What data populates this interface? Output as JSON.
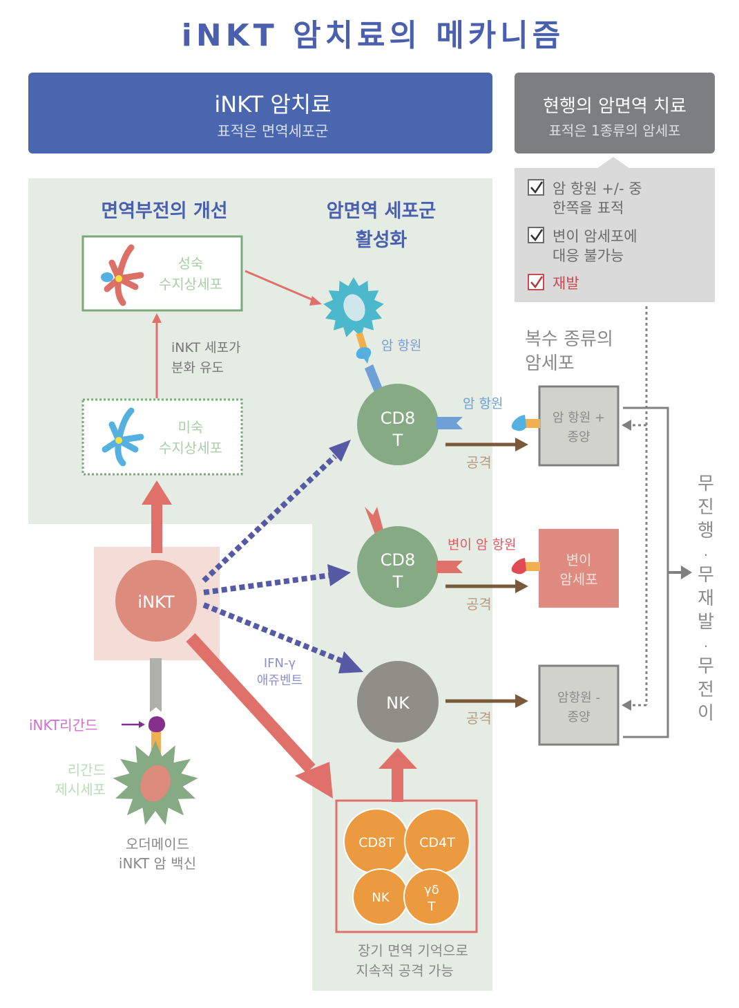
{
  "title": "iNKT 암치료의 메카니즘",
  "header_left": {
    "title": "iNKT 암치료",
    "subtitle": "표적은 면역세포군"
  },
  "header_right": {
    "title": "현행의 암면역 치료",
    "subtitle": "표적은 1종류의 암세포"
  },
  "checklist": [
    {
      "lines": [
        "암 항원 +/- 중",
        "한쪽을 표적"
      ],
      "color": "#6b6b6b"
    },
    {
      "lines": [
        "변이 암세포에",
        "대응 불가능"
      ],
      "color": "#6b6b6b"
    },
    {
      "lines": [
        "재발"
      ],
      "color": "#c94a52"
    }
  ],
  "section_left_title": "면역부전의 개선",
  "section_mid_title": [
    "암면역 세포군",
    "활성화"
  ],
  "mature_dc": [
    "성숙",
    "수지상세포"
  ],
  "immature_dc": [
    "미숙",
    "수지상세포"
  ],
  "differentiation_label": [
    "iNKT 세포가",
    "분화 유도"
  ],
  "inkt_cell": "iNKT",
  "cd8_cells": [
    [
      "CD8",
      "T"
    ],
    [
      "CD8",
      "T"
    ]
  ],
  "nk_cell": "NK",
  "antigen_label_dc": "암 항원",
  "antigen_label_cd8": "암 항원",
  "mutant_antigen_label": "변이 암 항원",
  "attack_label": "공격",
  "ifn_label": [
    "IFN-γ",
    "애쥬벤트"
  ],
  "ligand_label": "iNKT리간드",
  "presenting_cell_label": [
    "리간드",
    "제시세포"
  ],
  "vaccine_label": [
    "오더메이드",
    "iNKT 암 백신"
  ],
  "memory_cells": [
    "CD8T",
    "CD4T",
    "NK",
    "γδ\nT"
  ],
  "memory_label": [
    "장기 면역 기억으로",
    "지속적 공격 가능"
  ],
  "multi_cancer_label": [
    "복수 종류의",
    "암세포"
  ],
  "tumor_boxes": [
    {
      "lines": [
        "암 항원 +",
        "종양"
      ]
    },
    {
      "lines": [
        "변이",
        "암세포"
      ]
    },
    {
      "lines": [
        "암항원 -",
        "종양"
      ]
    }
  ],
  "outcome_label": [
    "무",
    "진",
    "행",
    "·",
    "무",
    "재",
    "발",
    "·",
    "무",
    "전",
    "이"
  ],
  "colors": {
    "blue_header": "#4a66ae",
    "gray_header": "#7d7e80",
    "panel_green": "#e4ece4",
    "title_blue": "#4a5fae",
    "cd8_green": "#86ab84",
    "inkt_red": "#dc8b7d",
    "nk_gray": "#8f8f88",
    "orange": "#ec9a3f",
    "arrow_red": "#df716a",
    "dotted_blue": "#5659a4",
    "attack_brown": "#7a5a3a",
    "dc_teal": "#4cb8cc"
  }
}
